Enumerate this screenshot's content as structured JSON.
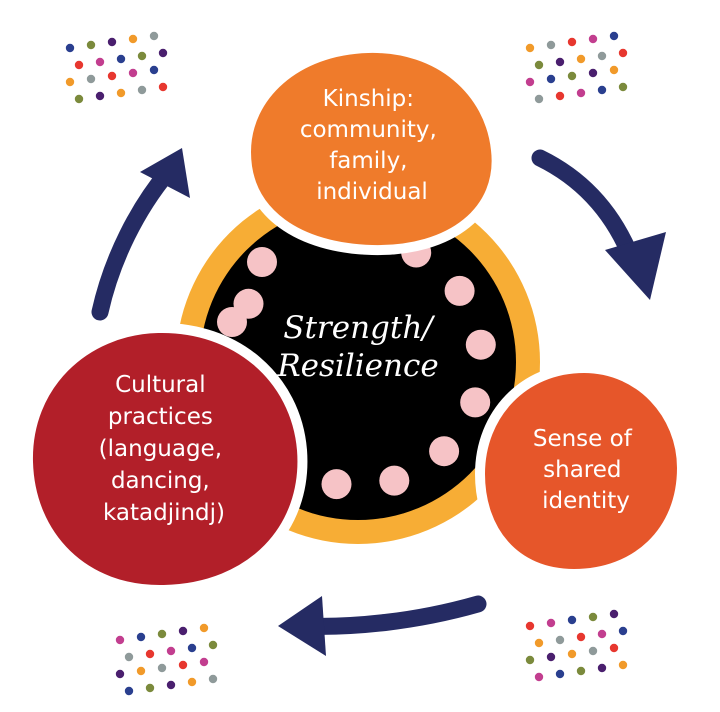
{
  "colors": {
    "ring": "#f7ad35",
    "core": "#000000",
    "core_dots": "#f6c3c6",
    "arrows": "#252b63",
    "kinship": "#ef7b2b",
    "identity": "#e6562a",
    "culture": "#b21f29",
    "text": "#ffffff",
    "confetti": [
      "#2a3f8f",
      "#e7372f",
      "#f19a2a",
      "#7b8a3c",
      "#c23e8f",
      "#8f9a9a",
      "#4a1f6e"
    ]
  },
  "center": {
    "lines": [
      "Strength/",
      "Resilience"
    ]
  },
  "nodes": [
    {
      "id": "kinship",
      "lines": [
        "Kinship:",
        "community,",
        "family,",
        "individual"
      ]
    },
    {
      "id": "identity",
      "lines": [
        "Sense of",
        "shared",
        "identity"
      ]
    },
    {
      "id": "culture",
      "lines": [
        "Cultural",
        "practices",
        "(language,",
        "dancing,",
        "katadjindj)"
      ]
    }
  ],
  "arrows": [
    {
      "from": "kinship",
      "to": "identity"
    },
    {
      "from": "identity",
      "to": "culture"
    },
    {
      "from": "culture",
      "to": "kinship"
    }
  ]
}
